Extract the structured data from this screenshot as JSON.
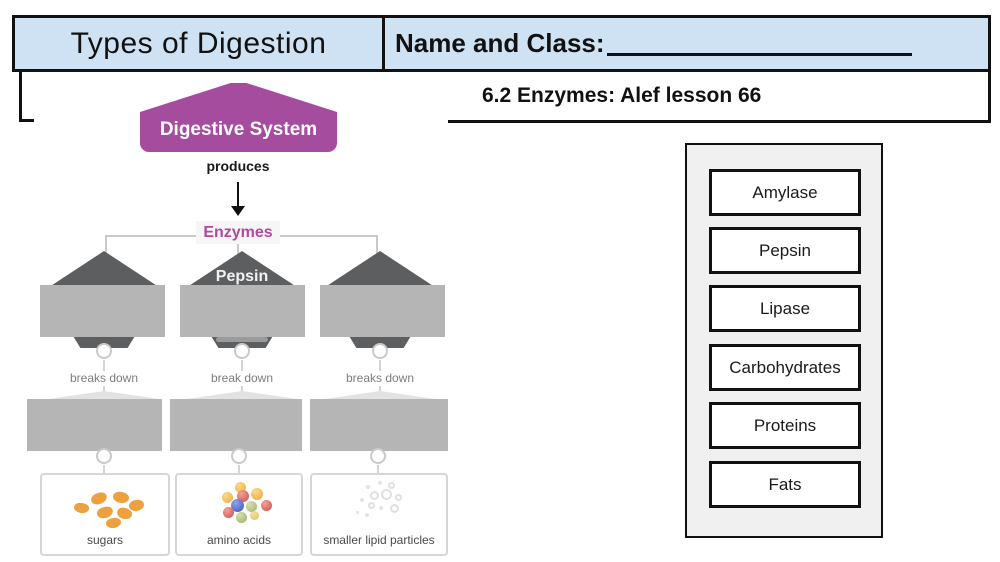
{
  "header": {
    "title": "Types of Digestion",
    "name_label": "Name and Class:",
    "subtitle": "6.2 Enzymes: Alef lesson 66"
  },
  "diagram": {
    "root_label": "Digestive System",
    "produces_label": "produces",
    "enzymes_label": "Enzymes",
    "branches": [
      {
        "enzyme_visible": "",
        "action": "breaks down",
        "product": "sugars"
      },
      {
        "enzyme_visible": "Pepsin",
        "action": "break down",
        "product": "amino acids"
      },
      {
        "enzyme_visible": "",
        "action": "breaks down",
        "product": "smaller lipid particles"
      }
    ]
  },
  "word_bank": {
    "options": [
      "Amylase",
      "Pepsin",
      "Lipase",
      "Carbohydrates",
      "Proteins",
      "Fats"
    ]
  },
  "colors": {
    "header_fill": "#cfe2f3",
    "banner_purple": "#a54c9f",
    "enzymes_text": "#b14a9e",
    "shape_dark_gray": "#5d5e60",
    "cover_gray": "#b5b5b5",
    "panel_bg": "#f0f0f0",
    "sugar_orange": "#eda03e"
  }
}
